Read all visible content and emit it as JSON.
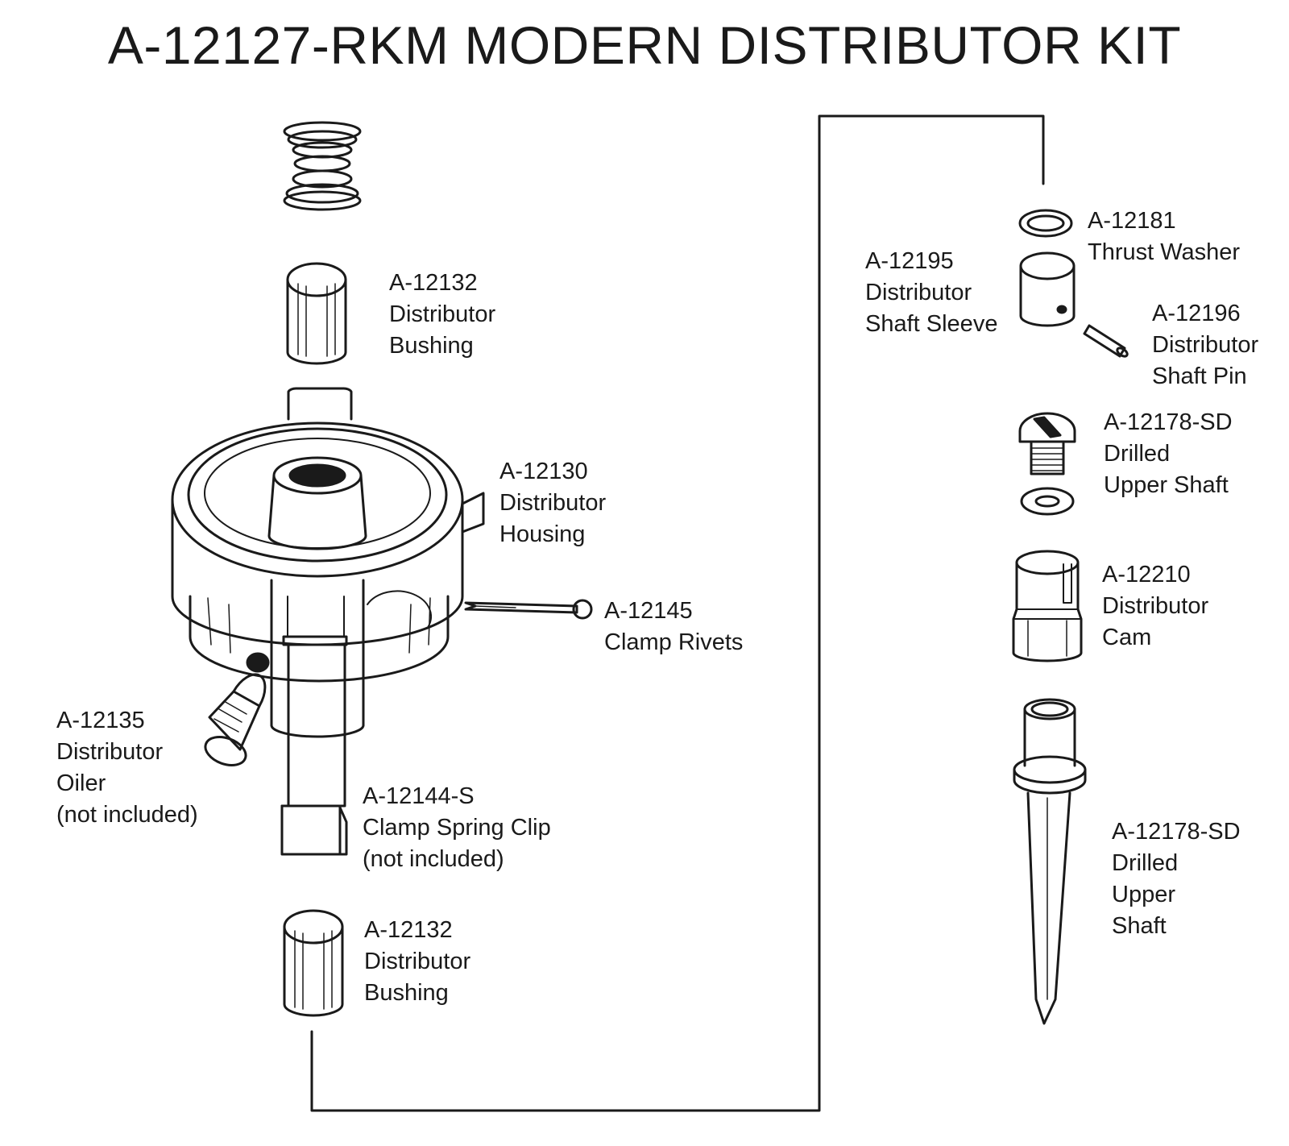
{
  "title": "A-12127-RKM MODERN DISTRIBUTOR KIT",
  "parts": {
    "bushing_top": {
      "part_no": "A-12132",
      "line1": "Distributor",
      "line2": "Bushing"
    },
    "housing": {
      "part_no": "A-12130",
      "line1": "Distributor",
      "line2": "Housing"
    },
    "clamp_rivets": {
      "part_no": "A-12145",
      "line1": "Clamp Rivets"
    },
    "oiler": {
      "part_no": "A-12135",
      "line1": "Distributor",
      "line2": "Oiler",
      "line3": "(not included)"
    },
    "spring_clip": {
      "part_no": "A-12144-S",
      "line1": "Clamp Spring Clip",
      "line2": "(not included)"
    },
    "bushing_bottom": {
      "part_no": "A-12132",
      "line1": "Distributor",
      "line2": "Bushing"
    },
    "shaft_sleeve": {
      "part_no": "A-12195",
      "line1": "Distributor",
      "line2": "Shaft Sleeve"
    },
    "thrust_washer": {
      "part_no": "A-12181",
      "line1": "Thrust Washer"
    },
    "shaft_pin": {
      "part_no": "A-12196",
      "line1": "Distributor",
      "line2": "Shaft Pin"
    },
    "upper_shaft_screw": {
      "part_no": "A-12178-SD",
      "line1": "Drilled",
      "line2": "Upper Shaft"
    },
    "cam": {
      "part_no": "A-12210",
      "line1": "Distributor",
      "line2": "Cam"
    },
    "upper_shaft": {
      "part_no": "A-12178-SD",
      "line1": "Drilled",
      "line2": "Upper",
      "line3": "Shaft"
    }
  }
}
